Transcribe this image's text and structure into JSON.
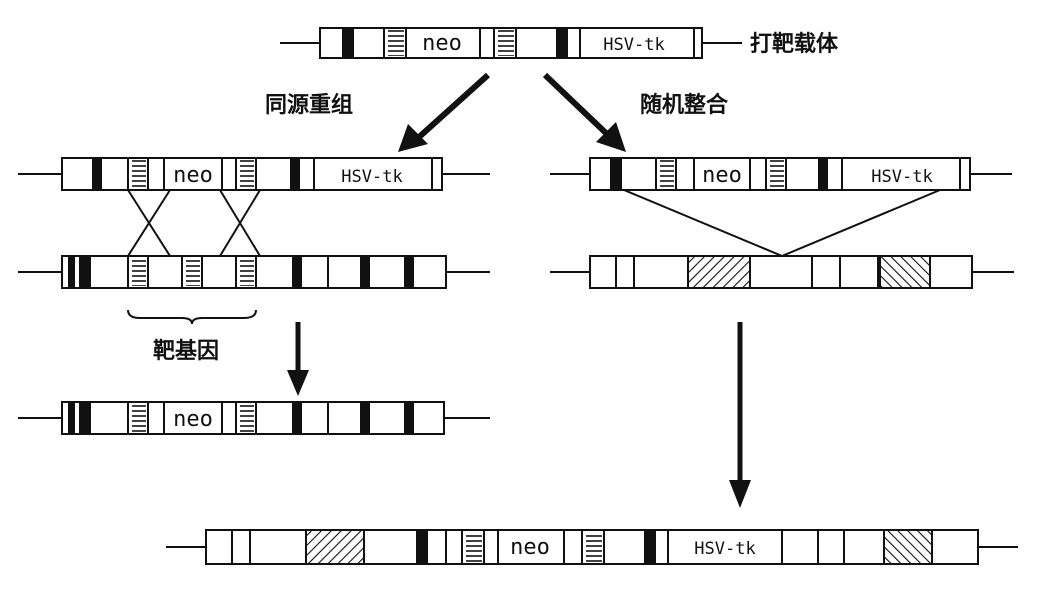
{
  "labels": {
    "vector": "打靶载体",
    "homologous": "同源重组",
    "random": "随机整合",
    "target_gene": "靶基因"
  },
  "genes": {
    "neo": "neo",
    "hsv": "HSV-tk"
  },
  "colors": {
    "ink": "#111111",
    "background": "#ffffff"
  }
}
